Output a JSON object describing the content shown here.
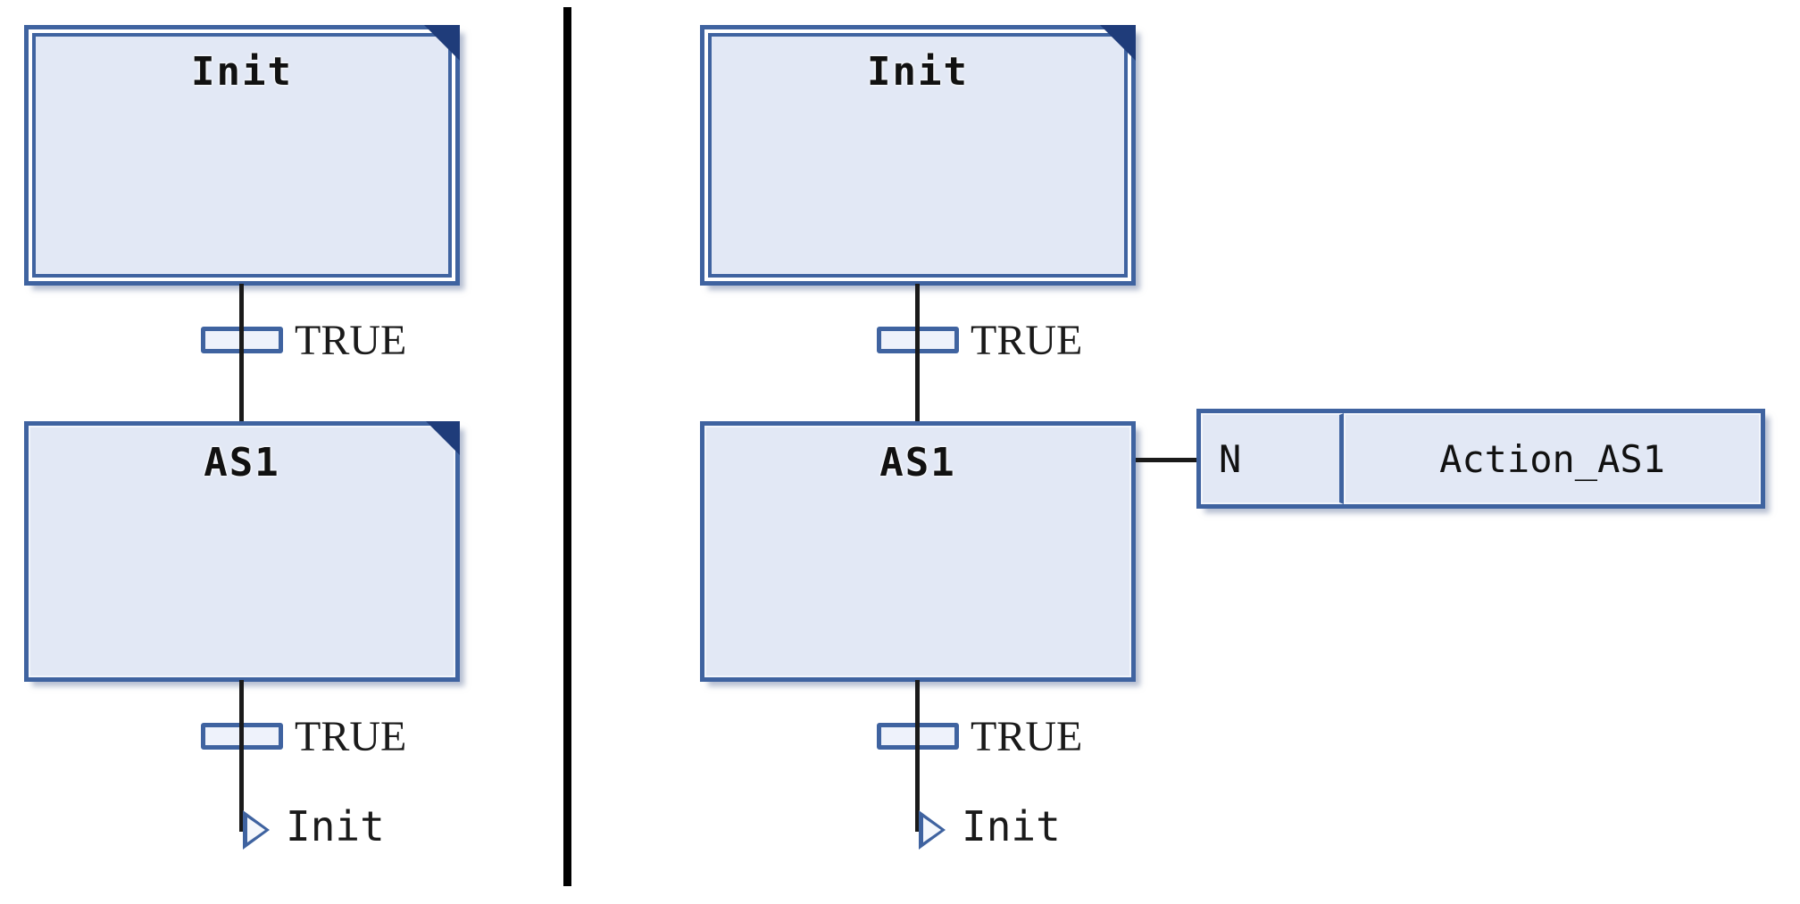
{
  "diagram": {
    "type": "sfc-sequential-function-chart",
    "title": "",
    "colors": {
      "step_fill": "#E2E8F5",
      "step_border": "#3F63A0",
      "corner_flag": "#1F3C7A",
      "connector_line": "#1A1A1A",
      "divider": "#000000",
      "text": "#111111"
    },
    "divider_label": ""
  },
  "left": {
    "caption": "",
    "init_step": {
      "label": "Init",
      "kind": "initial-step",
      "has_corner_flag": true,
      "double_border": true
    },
    "transition_1": {
      "label": "TRUE"
    },
    "as1_step": {
      "label": "AS1",
      "kind": "step",
      "has_corner_flag": true,
      "double_border": false
    },
    "transition_2": {
      "label": "TRUE"
    },
    "jump": {
      "label": "Init",
      "kind": "jump"
    }
  },
  "right": {
    "caption": "",
    "init_step": {
      "label": "Init",
      "kind": "initial-step",
      "has_corner_flag": true,
      "double_border": true
    },
    "transition_1": {
      "label": "TRUE"
    },
    "as1_step": {
      "label": "AS1",
      "kind": "step",
      "has_corner_flag": false,
      "double_border": false
    },
    "action_block": {
      "qualifier": "N",
      "name": "Action_AS1"
    },
    "transition_2": {
      "label": "TRUE"
    },
    "jump": {
      "label": "Init",
      "kind": "jump"
    }
  }
}
